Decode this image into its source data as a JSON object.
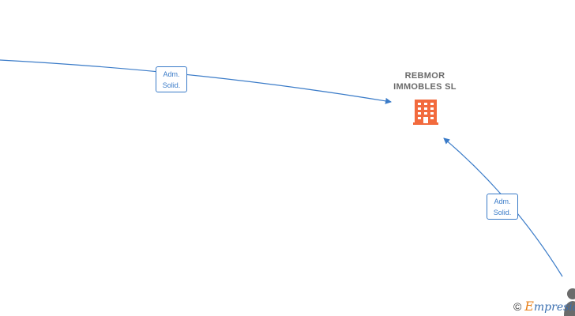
{
  "diagram": {
    "company_node": {
      "name_line1": "REBMOR",
      "name_line2": "IMMOBLES SL",
      "icon": "building-icon",
      "icon_color": "#f26a3d"
    },
    "edges": [
      {
        "label_line1": "Adm.",
        "label_line2": "Solid."
      },
      {
        "label_line1": "Adm.",
        "label_line2": "Solid."
      }
    ],
    "edge_color": "#3a7bc8",
    "person_icon": "person-icon",
    "person_icon_color": "#6b6b6b"
  },
  "watermark": {
    "copyright": "©",
    "brand_first": "E",
    "brand_rest": "mpresia",
    "brand_accent_color": "#e8801a"
  }
}
